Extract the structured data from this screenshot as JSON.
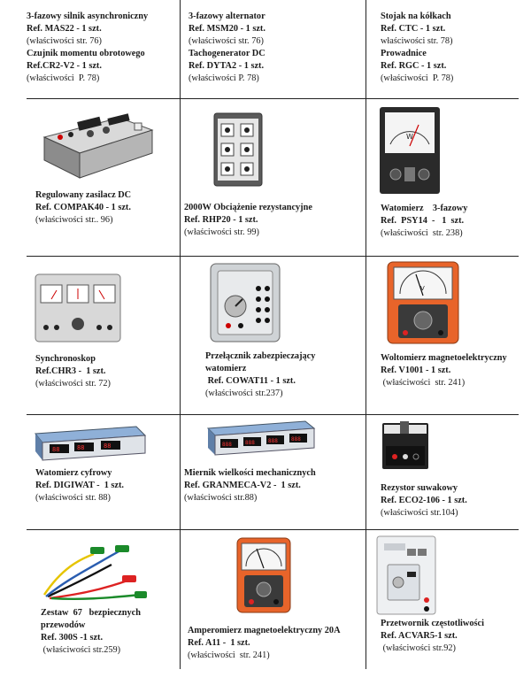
{
  "rows": [
    [
      {
        "lines": [
          {
            "text": "3-fazowy silnik asynchroniczny",
            "w": "b"
          },
          {
            "text": "Ref. MAS22 - 1 szt.",
            "w": "b"
          },
          {
            "text": "(właściwości str. 76)",
            "w": "n"
          },
          {
            "text": "Czujnik momentu obrotowego",
            "w": "b"
          },
          {
            "text": "Ref.CR2-V2 - 1 szt.",
            "w": "b"
          },
          {
            "text": "(właściwości  P. 78)",
            "w": "n"
          }
        ]
      },
      {
        "lines": [
          {
            "text": "3-fazowy alternator",
            "w": "b"
          },
          {
            "text": "Ref. MSM20 - 1 szt.",
            "w": "b"
          },
          {
            "text": "(właściwości str. 76)",
            "w": "n"
          },
          {
            "text": "Tachogenerator DC",
            "w": "b"
          },
          {
            "text": "Ref. DYTA2 - 1 szt.",
            "w": "b"
          },
          {
            "text": "(właściwości P. 78)",
            "w": "n"
          }
        ]
      },
      {
        "lines": [
          {
            "text": "Stojak na kółkach",
            "w": "b"
          },
          {
            "text": "Ref. CTC - 1 szt.",
            "w": "b"
          },
          {
            "text": "właściwości str. 78)",
            "w": "n"
          },
          {
            "text": "Prowadnice",
            "w": "b"
          },
          {
            "text": "Ref. RGC - 1 szt.",
            "w": "b"
          },
          {
            "text": "(właściwości  P. 78)",
            "w": "n"
          }
        ]
      }
    ],
    [
      {
        "icon": "dc-power-supply-icon",
        "lines": [
          {
            "text": "Regulowany zasilacz DC",
            "w": "b"
          },
          {
            "text": "Ref. COMPAK40 - 1 szt.",
            "w": "b"
          },
          {
            "text": "(właściwości str.. 96)",
            "w": "n"
          }
        ]
      },
      {
        "icon": "resistive-load-icon",
        "lines": [
          {
            "text": "2000W Obciążenie rezystancyjne",
            "w": "b"
          },
          {
            "text": "Ref. RHP20 - 1 szt.",
            "w": "b"
          },
          {
            "text": "(właściwości str. 99)",
            "w": "n"
          }
        ]
      },
      {
        "icon": "wattmeter-icon",
        "lines": [
          {
            "text": "Watomierz    3-fazowy",
            "w": "b"
          },
          {
            "text": "Ref.  PSY14  -   1  szt.",
            "w": "b"
          },
          {
            "text": "(właściwości  str. 238)",
            "w": "n"
          }
        ]
      }
    ],
    [
      {
        "icon": "synchronoscope-icon",
        "lines": [
          {
            "text": "Synchronoskop",
            "w": "b"
          },
          {
            "text": "Ref.CHR3 -  1 szt.",
            "w": "b"
          },
          {
            "text": "(właściwości str. 72)",
            "w": "n"
          }
        ]
      },
      {
        "icon": "safety-switch-icon",
        "lines": [
          {
            "text": "Przełącznik zabezpieczający",
            "w": "b"
          },
          {
            "text": "watomierz",
            "w": "b"
          },
          {
            "text": " Ref. COWAT11 - 1 szt.",
            "w": "b"
          },
          {
            "text": "(właściwości str.237)",
            "w": "n"
          }
        ]
      },
      {
        "icon": "voltmeter-icon",
        "lines": [
          {
            "text": "Woltomierz magnetoelektryczny",
            "w": "b"
          },
          {
            "text": "Ref. V1001 - 1 szt.",
            "w": "b"
          },
          {
            "text": " (właściwości  str. 241)",
            "w": "n"
          }
        ]
      }
    ],
    [
      {
        "icon": "digital-wattmeter-icon",
        "lines": [
          {
            "text": "Watomierz cyfrowy",
            "w": "b"
          },
          {
            "text": "Ref. DIGIWAT -  1 szt.",
            "w": "b"
          },
          {
            "text": "(właściwości str. 88)",
            "w": "n"
          }
        ]
      },
      {
        "icon": "mechanical-meter-icon",
        "lines": [
          {
            "text": "Miernik wielkości mechanicznych",
            "w": "b"
          },
          {
            "text": "Ref. GRANMECA-V2 -  1 szt.",
            "w": "b"
          },
          {
            "text": "(właściwości str.88)",
            "w": "n"
          }
        ]
      },
      {
        "icon": "sliding-rheostat-icon",
        "lines": [
          {
            "text": "Rezystor suwakowy",
            "w": "b"
          },
          {
            "text": "Ref. ECO2-106 - 1 szt.",
            "w": "b"
          },
          {
            "text": "(właściwości str.104)",
            "w": "n"
          }
        ]
      }
    ],
    [
      {
        "icon": "safety-leads-icon",
        "lines": [
          {
            "text": "Zestaw  67   bezpiecznych",
            "w": "b"
          },
          {
            "text": "przewodów",
            "w": "b"
          },
          {
            "text": "Ref. 300S -1 szt.",
            "w": "b"
          },
          {
            "text": " (właściwości str.259)",
            "w": "n"
          }
        ]
      },
      {
        "icon": "ammeter-icon",
        "lines": [
          {
            "text": "Amperomierz magnetoelektryczny 20A",
            "w": "b"
          },
          {
            "text": "Ref. A11 -  1 szt.",
            "w": "b"
          },
          {
            "text": "(właściwości  str. 241)",
            "w": "n"
          }
        ]
      },
      {
        "icon": "frequency-converter-icon",
        "lines": [
          {
            "text": "Przetwornik częstotliwości",
            "w": "b"
          },
          {
            "text": "Ref. ACVAR5-1 szt.",
            "w": "b"
          },
          {
            "text": " (właściwości str.92)",
            "w": "n"
          }
        ]
      }
    ]
  ]
}
